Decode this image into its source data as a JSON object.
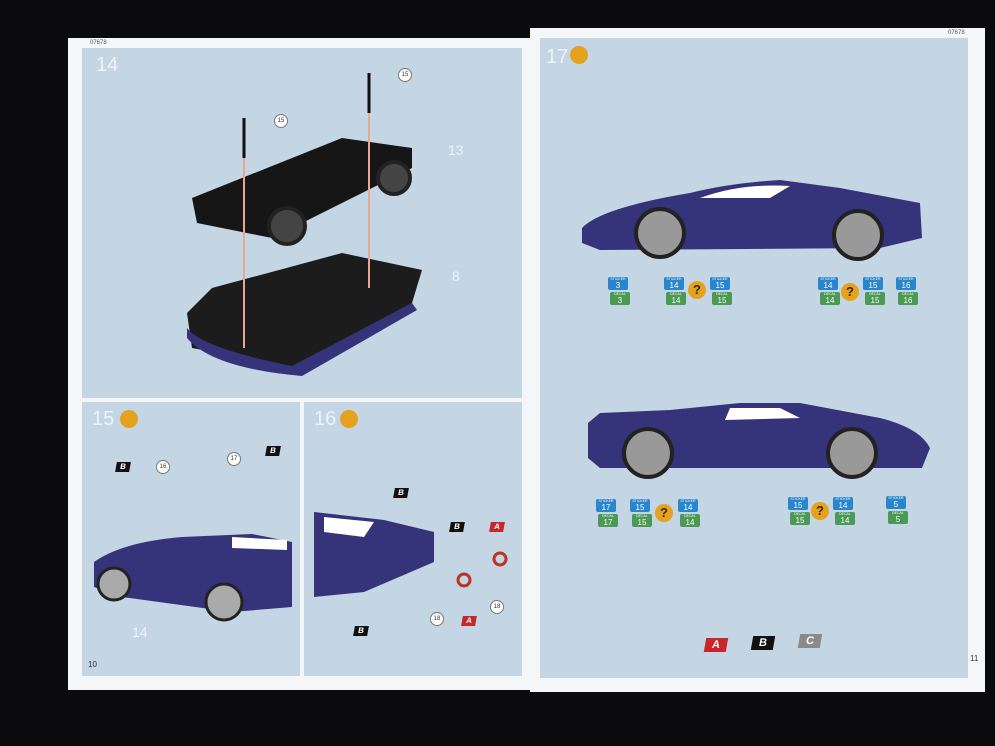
{
  "left_page": {
    "code": "07678",
    "page_number": "10",
    "step14": {
      "number": "14",
      "callouts": [
        "15",
        "15"
      ],
      "parts": [
        "13",
        "8"
      ]
    },
    "step15": {
      "number": "15",
      "callouts": [
        "16",
        "17"
      ],
      "flags": [
        "B",
        "B"
      ],
      "part": "14"
    },
    "step16": {
      "number": "16",
      "callouts": [
        "18",
        "18"
      ],
      "flags": [
        "B",
        "B",
        "A",
        "A",
        "B"
      ]
    }
  },
  "right_page": {
    "code": "07678",
    "page_number": "11",
    "step17": {
      "number": "17"
    },
    "top_car_labels": [
      {
        "sticker": "3",
        "decal": "3"
      },
      {
        "sticker": "14",
        "decal": "14"
      },
      {
        "sticker": "15",
        "decal": "15"
      },
      {
        "sticker": "14",
        "decal": "14"
      },
      {
        "sticker": "15",
        "decal": "15"
      },
      {
        "sticker": "16",
        "decal": "16"
      }
    ],
    "bottom_car_labels": [
      {
        "sticker": "17",
        "decal": "17"
      },
      {
        "sticker": "15",
        "decal": "15"
      },
      {
        "sticker": "14",
        "decal": "14"
      },
      {
        "sticker": "15",
        "decal": "15"
      },
      {
        "sticker": "14",
        "decal": "14"
      },
      {
        "sticker": "5",
        "decal": "5"
      }
    ],
    "sticker_word": "STICKER",
    "decal_word": "DECAL",
    "question": "?",
    "legend": [
      "A",
      "B",
      "C"
    ]
  },
  "colors": {
    "car": "#35337a",
    "panel": "#c4d5e3",
    "flagA": "#c8262b",
    "flagB": "#111111",
    "flagC": "#8a8a8a"
  }
}
